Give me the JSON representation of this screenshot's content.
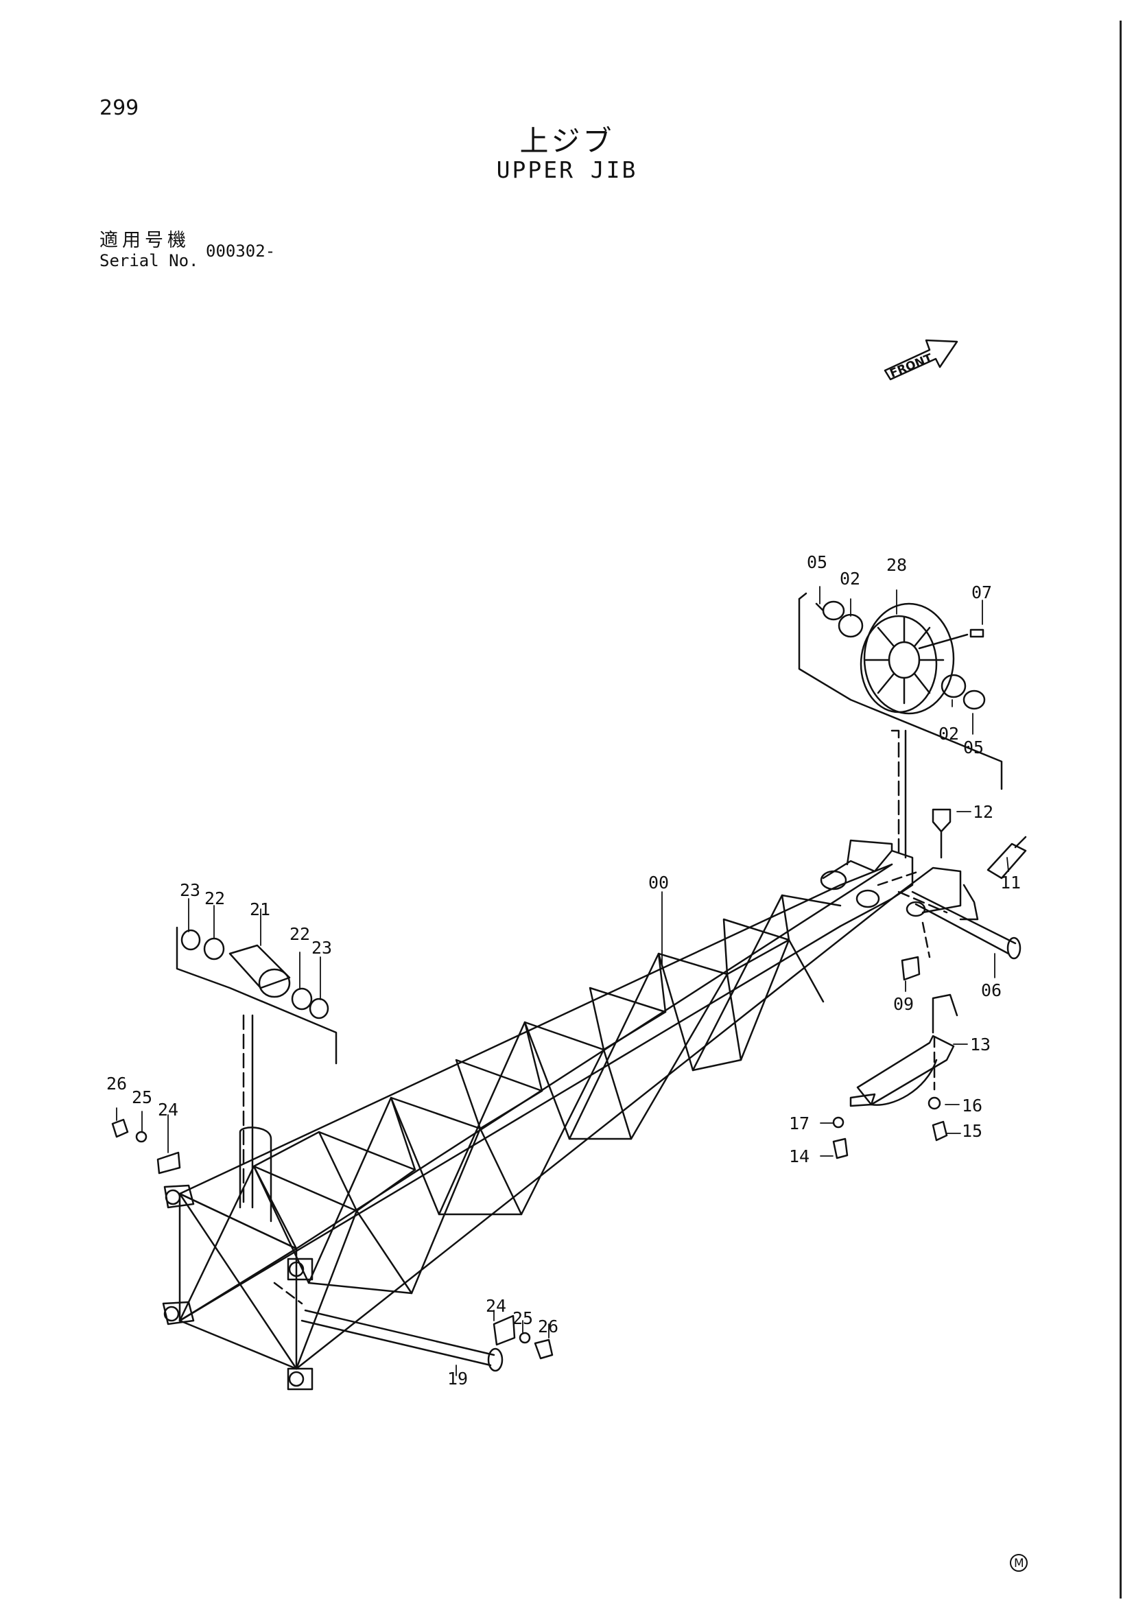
{
  "header": {
    "page_number": "299",
    "title_jp": "上ジブ",
    "title_en": "UPPER JIB",
    "serial_label_jp": "適用号機",
    "serial_label_en": "Serial No.",
    "serial_value": "000302-"
  },
  "orientation": {
    "label": "FRONT",
    "icon": "front-arrow-icon"
  },
  "part_labels": [
    "00",
    "02",
    "02",
    "05",
    "05",
    "06",
    "07",
    "09",
    "11",
    "12",
    "13",
    "14",
    "15",
    "16",
    "17",
    "19",
    "21",
    "22",
    "22",
    "23",
    "23",
    "24",
    "24",
    "25",
    "25",
    "26",
    "26",
    "28"
  ],
  "footer_mark": "M"
}
